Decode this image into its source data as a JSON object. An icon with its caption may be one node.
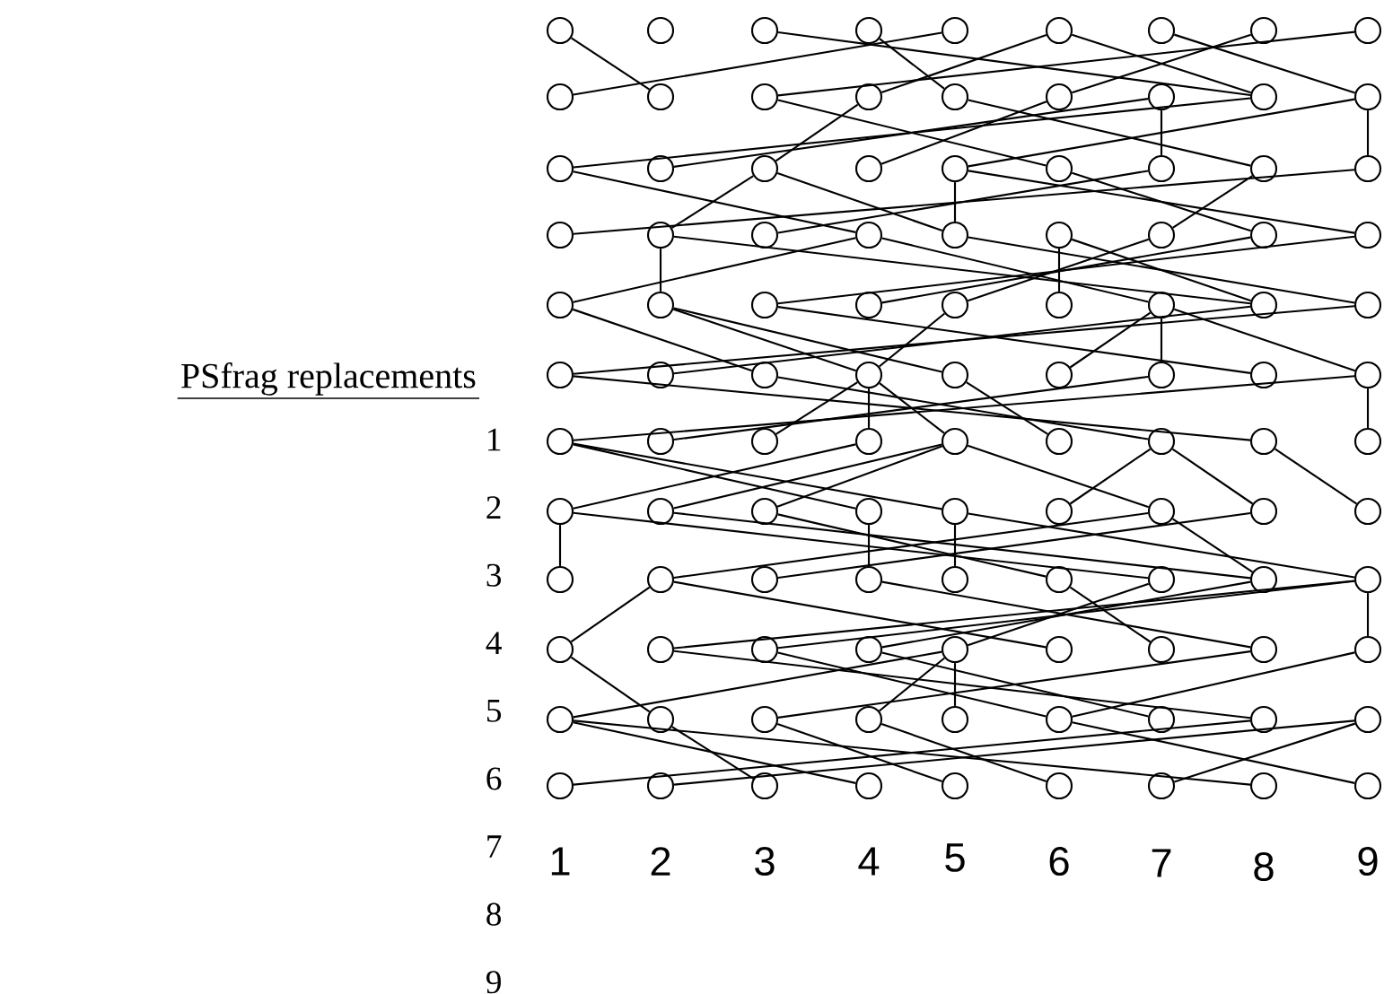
{
  "diagram": {
    "nodes": [
      {
        "text": [],
        "shape": "circle"
      },
      {
        "text": [],
        "shape": "circle"
      },
      {
        "text": [],
        "shape": "circle"
      },
      {
        "text": [],
        "shape": "circle"
      },
      {
        "text": [],
        "shape": "circle"
      },
      {
        "text": [],
        "shape": "circle"
      },
      {
        "text": [],
        "shape": "circle"
      },
      {
        "text": [],
        "shape": "circle"
      },
      {
        "text": [],
        "shape": "circle"
      },
      {
        "text": [],
        "shape": "circle"
      },
      {
        "text": [],
        "shape": "circle"
      },
      {
        "text": [],
        "shape": "circle"
      },
      {
        "text": [],
        "shape": "circle"
      },
      {
        "text": [],
        "shape": "circle"
      },
      {
        "text": [],
        "shape": "circle"
      },
      {
        "text": [],
        "shape": "circle"
      },
      {
        "text": [],
        "shape": "circle"
      },
      {
        "text": [],
        "shape": "circle"
      },
      {
        "text": [],
        "shape": "circle"
      },
      {
        "text": [],
        "shape": "circle"
      },
      {
        "text": [],
        "shape": "circle"
      },
      {
        "text": [],
        "shape": "circle"
      },
      {
        "text": [],
        "shape": "circle"
      },
      {
        "text": [],
        "shape": "circle"
      },
      {
        "text": [],
        "shape": "circle"
      },
      {
        "text": [],
        "shape": "circle"
      },
      {
        "text": [],
        "shape": "circle"
      },
      {
        "text": [],
        "shape": "circle"
      },
      {
        "text": [],
        "shape": "circle"
      },
      {
        "text": [],
        "shape": "circle"
      },
      {
        "text": [],
        "shape": "circle"
      },
      {
        "text": [],
        "shape": "circle"
      },
      {
        "text": [],
        "shape": "circle"
      },
      {
        "text": [],
        "shape": "circle"
      },
      {
        "text": [],
        "shape": "circle"
      },
      {
        "text": [],
        "shape": "circle"
      },
      {
        "text": [],
        "shape": "circle"
      },
      {
        "text": [],
        "shape": "circle"
      },
      {
        "text": [],
        "shape": "circle"
      },
      {
        "text": [],
        "shape": "circle"
      },
      {
        "text": [],
        "shape": "circle"
      },
      {
        "text": [],
        "shape": "circle"
      },
      {
        "text": [],
        "shape": "circle"
      },
      {
        "text": [],
        "shape": "circle"
      },
      {
        "text": [],
        "shape": "circle"
      },
      {
        "text": [],
        "shape": "circle"
      },
      {
        "text": [],
        "shape": "circle"
      },
      {
        "text": [],
        "shape": "circle"
      },
      {
        "text": [],
        "shape": "circle"
      },
      {
        "text": [],
        "shape": "circle"
      },
      {
        "text": [],
        "shape": "circle"
      },
      {
        "text": [],
        "shape": "circle"
      },
      {
        "text": [],
        "shape": "circle"
      },
      {
        "text": [],
        "shape": "circle"
      },
      {
        "text": [],
        "shape": "circle"
      },
      {
        "text": [],
        "shape": "circle"
      },
      {
        "text": [],
        "shape": "circle"
      },
      {
        "text": [],
        "shape": "circle"
      },
      {
        "text": [],
        "shape": "circle"
      },
      {
        "text": [],
        "shape": "circle"
      },
      {
        "text": [],
        "shape": "circle"
      },
      {
        "text": [],
        "shape": "circle"
      },
      {
        "text": [],
        "shape": "circle"
      },
      {
        "text": [],
        "shape": "circle"
      },
      {
        "text": [],
        "shape": "circle"
      },
      {
        "text": [],
        "shape": "circle"
      },
      {
        "text": [],
        "shape": "circle"
      },
      {
        "text": [],
        "shape": "circle"
      },
      {
        "text": [],
        "shape": "circle"
      },
      {
        "text": [],
        "shape": "circle"
      },
      {
        "text": [],
        "shape": "circle"
      },
      {
        "text": [],
        "shape": "circle"
      },
      {
        "text": [],
        "shape": "circle"
      },
      {
        "text": [],
        "shape": "circle"
      },
      {
        "text": [],
        "shape": "circle"
      },
      {
        "text": [],
        "shape": "circle"
      },
      {
        "text": [],
        "shape": "circle"
      },
      {
        "text": [],
        "shape": "circle"
      },
      {
        "text": [],
        "shape": "circle"
      },
      {
        "text": [],
        "shape": "circle"
      },
      {
        "text": [],
        "shape": "circle"
      },
      {
        "text": [],
        "shape": "circle"
      },
      {
        "text": [],
        "shape": "circle"
      },
      {
        "text": [],
        "shape": "circle"
      },
      {
        "text": [],
        "shape": "circle"
      },
      {
        "text": [],
        "shape": "circle"
      },
      {
        "text": [],
        "shape": "circle"
      },
      {
        "text": [],
        "shape": "circle"
      },
      {
        "text": [],
        "shape": "circle"
      },
      {
        "text": [],
        "shape": "circle"
      },
      {
        "text": [],
        "shape": "circle"
      },
      {
        "text": [],
        "shape": "circle"
      },
      {
        "text": [],
        "shape": "circle"
      },
      {
        "text": [],
        "shape": "circle"
      },
      {
        "text": [],
        "shape": "circle"
      },
      {
        "text": [],
        "shape": "circle"
      },
      {
        "text": [],
        "shape": "circle"
      },
      {
        "text": [],
        "shape": "circle"
      },
      {
        "text": [],
        "shape": "circle"
      },
      {
        "text": [],
        "shape": "circle"
      },
      {
        "text": [],
        "shape": "circle"
      },
      {
        "text": [],
        "shape": "circle"
      },
      {
        "text": [],
        "shape": "circle"
      },
      {
        "text": [],
        "shape": "circle"
      },
      {
        "text": [],
        "shape": "circle"
      },
      {
        "text": [],
        "shape": "circle"
      },
      {
        "text": [],
        "shape": "circle"
      },
      {
        "text": [],
        "shape": "circle"
      }
    ],
    "edges": [
      {
        "from": 0,
        "to": 10,
        "arrow": "none"
      },
      {
        "from": 2,
        "to": 16,
        "arrow": "none"
      },
      {
        "from": 3,
        "to": 13,
        "arrow": "none"
      },
      {
        "from": 4,
        "to": 9,
        "arrow": "none"
      },
      {
        "from": 5,
        "to": 12,
        "arrow": "none"
      },
      {
        "from": 5,
        "to": 16,
        "arrow": "none"
      },
      {
        "from": 6,
        "to": 17,
        "arrow": "none"
      },
      {
        "from": 7,
        "to": 14,
        "arrow": "none"
      },
      {
        "from": 8,
        "to": 11,
        "arrow": "none"
      },
      {
        "from": 11,
        "to": 23,
        "arrow": "none"
      },
      {
        "from": 12,
        "to": 20,
        "arrow": "none"
      },
      {
        "from": 14,
        "to": 21,
        "arrow": "none"
      },
      {
        "from": 16,
        "to": 18,
        "arrow": "none"
      },
      {
        "from": 15,
        "to": 19,
        "arrow": "none"
      },
      {
        "from": 13,
        "to": 25,
        "arrow": "none"
      },
      {
        "from": 17,
        "to": 22,
        "arrow": "none"
      },
      {
        "from": 15,
        "to": 24,
        "arrow": "none"
      },
      {
        "from": 17,
        "to": 26,
        "arrow": "none"
      },
      {
        "from": 18,
        "to": 30,
        "arrow": "none"
      },
      {
        "from": 20,
        "to": 31,
        "arrow": "none"
      },
      {
        "from": 22,
        "to": 31,
        "arrow": "none"
      },
      {
        "from": 22,
        "to": 35,
        "arrow": "none"
      },
      {
        "from": 23,
        "to": 34,
        "arrow": "none"
      },
      {
        "from": 25,
        "to": 33,
        "arrow": "none"
      },
      {
        "from": 26,
        "to": 27,
        "arrow": "none"
      },
      {
        "from": 24,
        "to": 29,
        "arrow": "none"
      },
      {
        "from": 20,
        "to": 28,
        "arrow": "none"
      },
      {
        "from": 30,
        "to": 36,
        "arrow": "none"
      },
      {
        "from": 28,
        "to": 37,
        "arrow": "none"
      },
      {
        "from": 28,
        "to": 43,
        "arrow": "none"
      },
      {
        "from": 30,
        "to": 42,
        "arrow": "none"
      },
      {
        "from": 35,
        "to": 38,
        "arrow": "none"
      },
      {
        "from": 34,
        "to": 39,
        "arrow": "none"
      },
      {
        "from": 33,
        "to": 40,
        "arrow": "none"
      },
      {
        "from": 32,
        "to": 41,
        "arrow": "none"
      },
      {
        "from": 32,
        "to": 43,
        "arrow": "none"
      },
      {
        "from": 31,
        "to": 44,
        "arrow": "none"
      },
      {
        "from": 44,
        "to": 45,
        "arrow": "none"
      },
      {
        "from": 36,
        "to": 47,
        "arrow": "none"
      },
      {
        "from": 37,
        "to": 48,
        "arrow": "none"
      },
      {
        "from": 37,
        "to": 49,
        "arrow": "none"
      },
      {
        "from": 38,
        "to": 52,
        "arrow": "none"
      },
      {
        "from": 40,
        "to": 48,
        "arrow": "none"
      },
      {
        "from": 42,
        "to": 50,
        "arrow": "none"
      },
      {
        "from": 42,
        "to": 51,
        "arrow": "none"
      },
      {
        "from": 42,
        "to": 53,
        "arrow": "none"
      },
      {
        "from": 43,
        "to": 46,
        "arrow": "none"
      },
      {
        "from": 45,
        "to": 61,
        "arrow": "none"
      },
      {
        "from": 47,
        "to": 60,
        "arrow": "none"
      },
      {
        "from": 48,
        "to": 57,
        "arrow": "none"
      },
      {
        "from": 48,
        "to": 56,
        "arrow": "none"
      },
      {
        "from": 48,
        "to": 58,
        "arrow": "none"
      },
      {
        "from": 49,
        "to": 59,
        "arrow": "none"
      },
      {
        "from": 53,
        "to": 54,
        "arrow": "none"
      },
      {
        "from": 51,
        "to": 55,
        "arrow": "none"
      },
      {
        "from": 53,
        "to": 62,
        "arrow": "none"
      },
      {
        "from": 57,
        "to": 63,
        "arrow": "none"
      },
      {
        "from": 58,
        "to": 64,
        "arrow": "none"
      },
      {
        "from": 58,
        "to": 65,
        "arrow": "none"
      },
      {
        "from": 58,
        "to": 69,
        "arrow": "none"
      },
      {
        "from": 60,
        "to": 68,
        "arrow": "none"
      },
      {
        "from": 60,
        "to": 70,
        "arrow": "none"
      },
      {
        "from": 61,
        "to": 71,
        "arrow": "none"
      },
      {
        "from": 54,
        "to": 67,
        "arrow": "none"
      },
      {
        "from": 54,
        "to": 66,
        "arrow": "none"
      },
      {
        "from": 63,
        "to": 72,
        "arrow": "none"
      },
      {
        "from": 63,
        "to": 78,
        "arrow": "none"
      },
      {
        "from": 64,
        "to": 79,
        "arrow": "none"
      },
      {
        "from": 69,
        "to": 79,
        "arrow": "none"
      },
      {
        "from": 65,
        "to": 77,
        "arrow": "none"
      },
      {
        "from": 66,
        "to": 75,
        "arrow": "none"
      },
      {
        "from": 67,
        "to": 76,
        "arrow": "none"
      },
      {
        "from": 67,
        "to": 80,
        "arrow": "none"
      },
      {
        "from": 69,
        "to": 73,
        "arrow": "none"
      },
      {
        "from": 70,
        "to": 74,
        "arrow": "none"
      },
      {
        "from": 73,
        "to": 81,
        "arrow": "none"
      },
      {
        "from": 73,
        "to": 86,
        "arrow": "none"
      },
      {
        "from": 75,
        "to": 88,
        "arrow": "none"
      },
      {
        "from": 80,
        "to": 83,
        "arrow": "none"
      },
      {
        "from": 77,
        "to": 87,
        "arrow": "none"
      },
      {
        "from": 80,
        "to": 89,
        "arrow": "none"
      },
      {
        "from": 78,
        "to": 85,
        "arrow": "none"
      },
      {
        "from": 80,
        "to": 82,
        "arrow": "none"
      },
      {
        "from": 79,
        "to": 84,
        "arrow": "none"
      },
      {
        "from": 81,
        "to": 91,
        "arrow": "none"
      },
      {
        "from": 85,
        "to": 90,
        "arrow": "none"
      },
      {
        "from": 83,
        "to": 95,
        "arrow": "none"
      },
      {
        "from": 84,
        "to": 96,
        "arrow": "none"
      },
      {
        "from": 82,
        "to": 97,
        "arrow": "none"
      },
      {
        "from": 88,
        "to": 92,
        "arrow": "none"
      },
      {
        "from": 89,
        "to": 95,
        "arrow": "none"
      },
      {
        "from": 85,
        "to": 93,
        "arrow": "none"
      },
      {
        "from": 85,
        "to": 94,
        "arrow": "none"
      },
      {
        "from": 91,
        "to": 101,
        "arrow": "none"
      },
      {
        "from": 90,
        "to": 102,
        "arrow": "none"
      },
      {
        "from": 90,
        "to": 106,
        "arrow": "none"
      },
      {
        "from": 92,
        "to": 103,
        "arrow": "none"
      },
      {
        "from": 93,
        "to": 104,
        "arrow": "none"
      },
      {
        "from": 95,
        "to": 107,
        "arrow": "none"
      },
      {
        "from": 97,
        "to": 99,
        "arrow": "none"
      },
      {
        "from": 98,
        "to": 100,
        "arrow": "none"
      },
      {
        "from": 98,
        "to": 105,
        "arrow": "none"
      }
    ],
    "labels": [
      "PSfrag replacements",
      "1",
      "2",
      "3",
      "4",
      "5",
      "6",
      "7",
      "8",
      "9",
      "1",
      "2",
      "3",
      "4",
      "5",
      "6",
      "7",
      "8",
      "9"
    ]
  }
}
